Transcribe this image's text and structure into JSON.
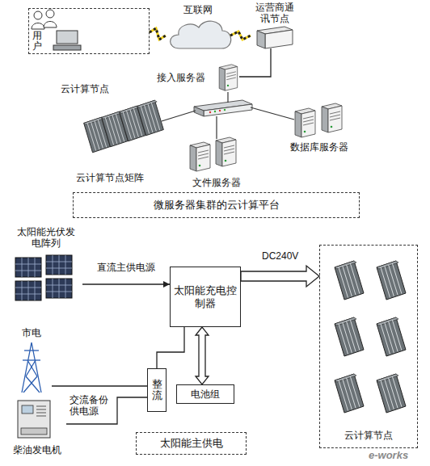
{
  "diagram": {
    "nodes": [
      {
        "text": [
          "用户"
        ]
      },
      {
        "text": [
          "互联网"
        ]
      },
      {
        "text": [
          "运营商通讯节点"
        ]
      },
      {
        "text": [
          "接入服务器"
        ]
      },
      {
        "text": [
          "云计算节点",
          "云计算节点矩阵"
        ]
      },
      {
        "text": [
          "数据库服务器"
        ]
      },
      {
        "text": [
          "文件服务器"
        ]
      },
      {
        "text": [
          "微服务器集群的云计算平台"
        ]
      },
      {
        "text": [
          "太阳能光伏发电阵列"
        ]
      },
      {
        "text": [
          "太阳能充电控制器"
        ]
      },
      {
        "text": [
          "云计算节点"
        ]
      },
      {
        "text": [
          "市电"
        ]
      },
      {
        "text": [
          "柴油发电机"
        ]
      },
      {
        "text": [
          "整流"
        ]
      },
      {
        "text": [
          "电池组"
        ]
      },
      {
        "text": [
          "太阳能主供电"
        ]
      }
    ],
    "edges": [
      {
        "from": 0,
        "to": 1,
        "arrow": "none"
      },
      {
        "from": 1,
        "to": 2,
        "arrow": "none"
      },
      {
        "from": 2,
        "to": 3,
        "arrow": "none"
      },
      {
        "from": 8,
        "to": 9,
        "arrow": "to",
        "label": "直流主供电源"
      },
      {
        "from": 9,
        "to": 10,
        "arrow": "to",
        "label": "DC240V"
      },
      {
        "from": 9,
        "to": 14,
        "arrow": "both"
      },
      {
        "from": 13,
        "to": 9,
        "arrow": "none"
      },
      {
        "from": 11,
        "to": 13,
        "arrow": "none"
      },
      {
        "from": 12,
        "to": 13,
        "arrow": "none"
      }
    ],
    "labels": [
      "交流备份供电源",
      "e-works"
    ]
  }
}
